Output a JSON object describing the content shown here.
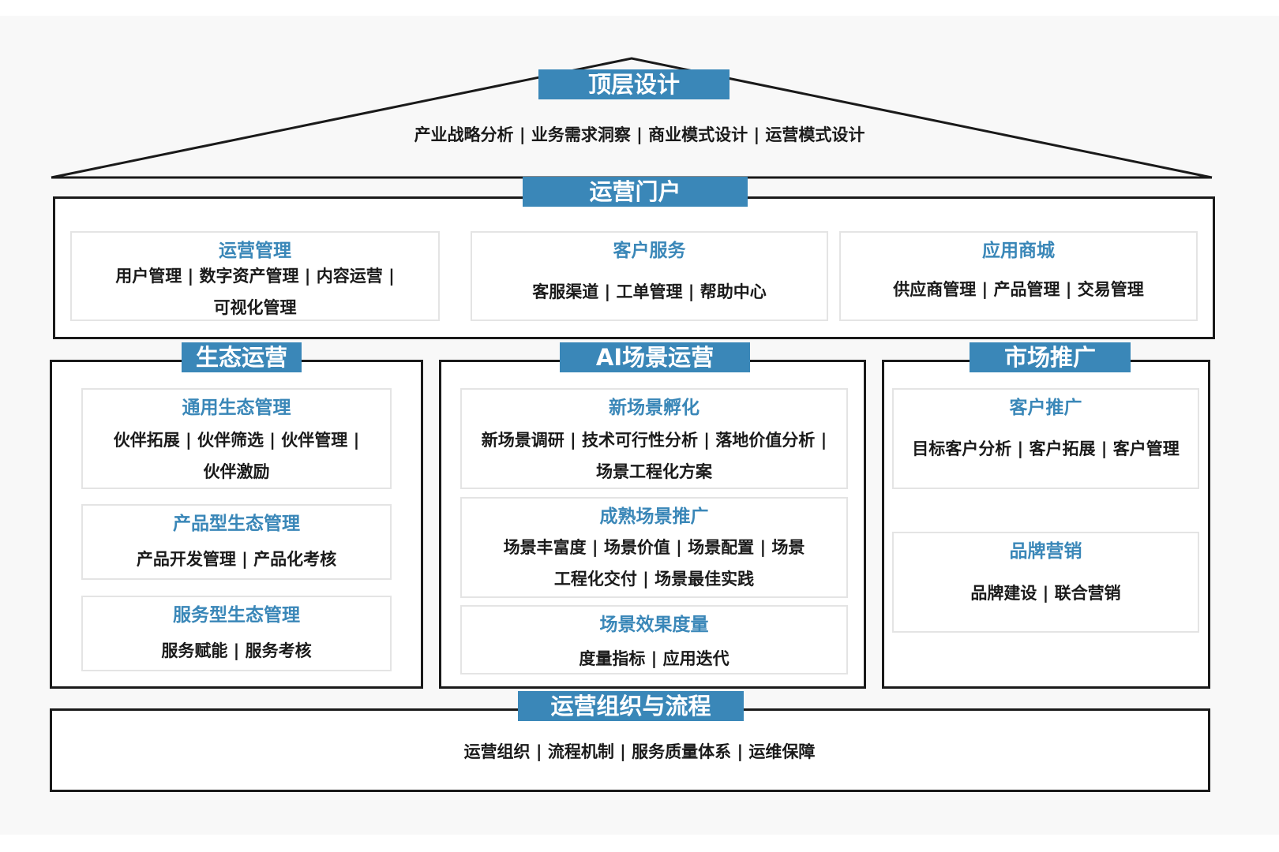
{
  "colors": {
    "accent": "#3a87b8",
    "frame": "#1a1a1a",
    "card_border": "#e4e4e4"
  },
  "top_design": {
    "title": "顶层设计",
    "items": "产业战略分析 | 业务需求洞察 | 商业模式设计 | 运营模式设计"
  },
  "portal": {
    "title": "运营门户",
    "cards": [
      {
        "title": "运营管理",
        "line1": "用户管理 | 数字资产管理 | 内容运营 |",
        "line2": "可视化管理"
      },
      {
        "title": "客户服务",
        "line1": "客服渠道 | 工单管理 | 帮助中心"
      },
      {
        "title": "应用商城",
        "line1": "供应商管理 | 产品管理 | 交易管理"
      }
    ]
  },
  "eco_ops": {
    "title": "生态运营",
    "cards": [
      {
        "title": "通用生态管理",
        "line1": "伙伴拓展 | 伙伴筛选 | 伙伴管理 |",
        "line2": "伙伴激励"
      },
      {
        "title": "产品型生态管理",
        "line1": "产品开发管理 | 产品化考核"
      },
      {
        "title": "服务型生态管理",
        "line1": "服务赋能 | 服务考核"
      }
    ]
  },
  "ai_ops": {
    "title": "AI场景运营",
    "cards": [
      {
        "title": "新场景孵化",
        "line1": "新场景调研 | 技术可行性分析 | 落地价值分析 |",
        "line2": "场景工程化方案"
      },
      {
        "title": "成熟场景推广",
        "line1": "场景丰富度 | 场景价值 | 场景配置 | 场景",
        "line2": "工程化交付 | 场景最佳实践"
      },
      {
        "title": "场景效果度量",
        "line1": "度量指标 | 应用迭代"
      }
    ]
  },
  "market": {
    "title": "市场推广",
    "cards": [
      {
        "title": "客户推广",
        "line1": "目标客户分析 | 客户拓展 | 客户管理"
      },
      {
        "title": "品牌营销",
        "line1": "品牌建设 | 联合营销"
      }
    ]
  },
  "org": {
    "title": "运营组织与流程",
    "items": "运营组织 | 流程机制 | 服务质量体系 | 运维保障"
  }
}
